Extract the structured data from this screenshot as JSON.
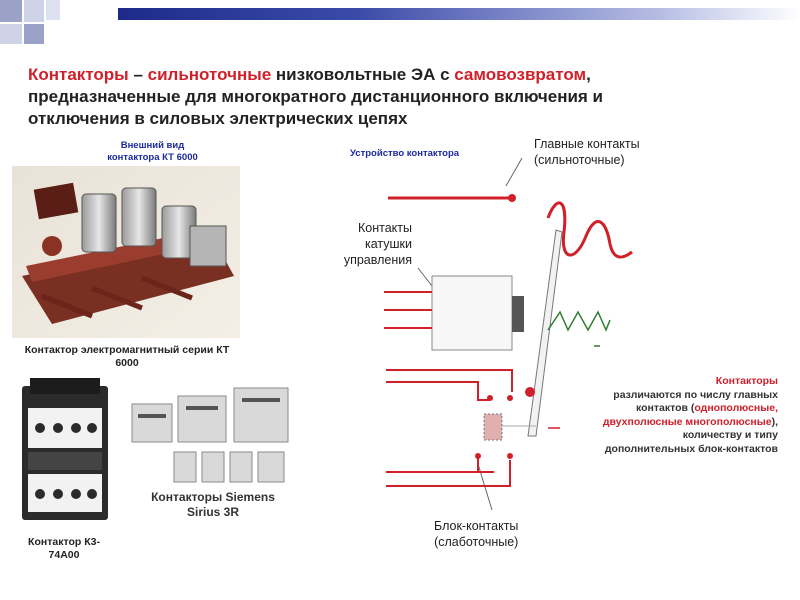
{
  "title": {
    "part1_red": "Контакторы",
    "part2": " – ",
    "part3_red": "сильноточные",
    "part4": " низковольтные ЭА с ",
    "part5_red": "самовозвратом",
    "part6": ",",
    "line2": "предназначенные для многократного дистанционного включения и",
    "line3": "отключения в силовых электрических цепях"
  },
  "captions": {
    "appearance": "Внешний вид контактора КТ 6000",
    "device": "Устройство контактора",
    "kt6000_photo": "Контактор электромагнитный серии КТ 6000",
    "k3_photo": "Контактор К3-74А00",
    "siemens_photo": "Контакторы Siemens Sirius 3R"
  },
  "diagram": {
    "main_contacts_line1": "Главные контакты",
    "main_contacts_line2": "(сильноточные)",
    "coil_line1": "Контакты",
    "coil_line2": "катушки",
    "coil_line3": "управления",
    "block_line1": "Блок-контакты",
    "block_line2": "(слаботочные)"
  },
  "note": {
    "line1_red": "Контакторы",
    "text1": "различаются по числу главных контактов",
    "open_paren": "(",
    "red_types": "однополюсные, двухполюсные многополюсные",
    "text2": "), количеству и типу дополнительных блок-контактов"
  },
  "colors": {
    "accent_red": "#d0202a",
    "caption_blue": "#1a2aa0",
    "header_bar": "#1e2a8a",
    "spring_green": "#2e7d32"
  }
}
